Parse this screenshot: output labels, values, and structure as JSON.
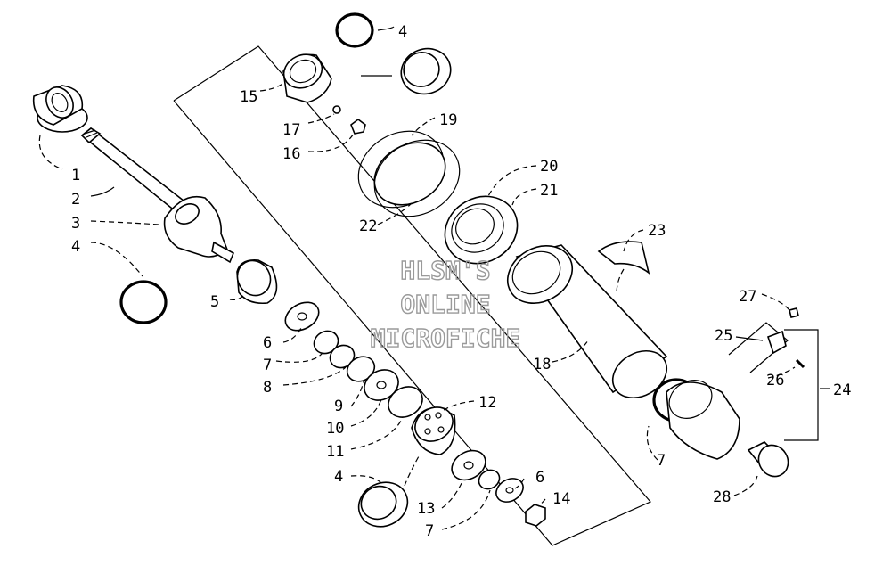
{
  "watermark": [
    "HLSM'S",
    "ONLINE",
    "MICROFICHE"
  ],
  "callouts": {
    "c1": "1",
    "c2": "2",
    "c3": "3",
    "c4a": "4",
    "c4b": "4",
    "c4c": "4",
    "c5": "5",
    "c6a": "6",
    "c6b": "6",
    "c7a": "7",
    "c7b": "7",
    "c7c": "7",
    "c8": "8",
    "c9": "9",
    "c10": "10",
    "c11": "11",
    "c12": "12",
    "c13": "13",
    "c14": "14",
    "c15": "15",
    "c16": "16",
    "c17": "17",
    "c18": "18",
    "c19": "19",
    "c20": "20",
    "c21": "21",
    "c22": "22",
    "c23": "23",
    "c24": "24",
    "c25": "25",
    "c26": "26",
    "c27": "27",
    "c28": "28"
  }
}
